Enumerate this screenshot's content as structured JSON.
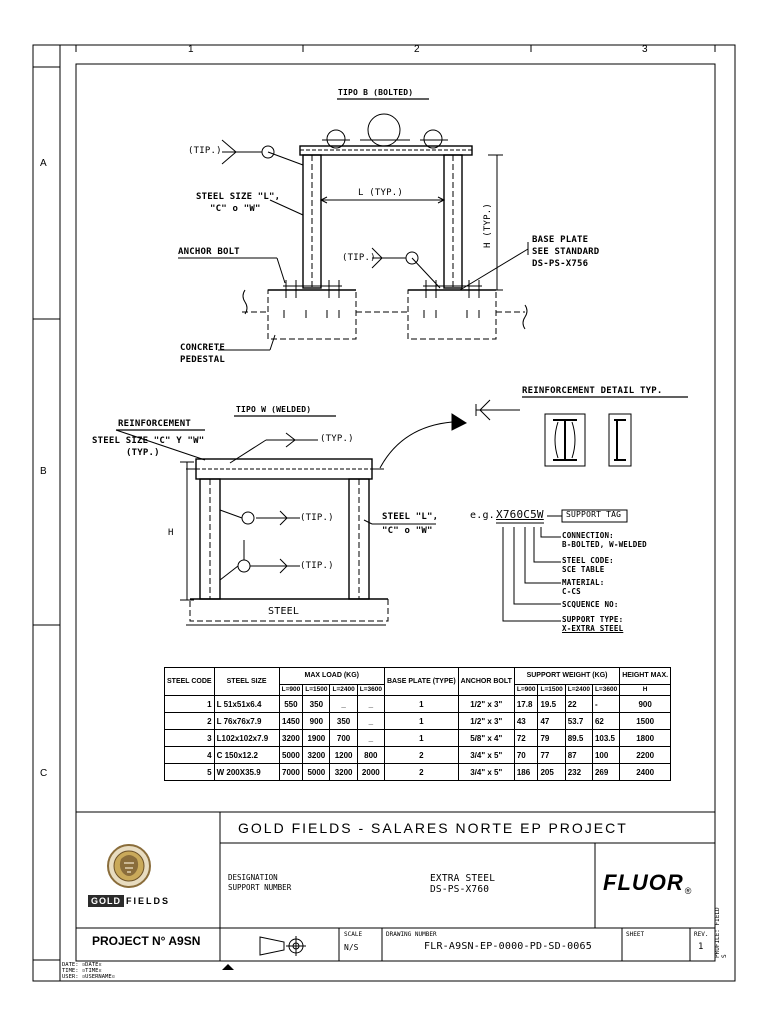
{
  "zones": {
    "cols": [
      "1",
      "2",
      "3"
    ],
    "rows": [
      "A",
      "B",
      "C"
    ]
  },
  "detail_b": {
    "title": "TIPO B (BOLTED)",
    "tip": "(TIP.)",
    "steel_size": "STEEL SIZE \"L\",",
    "steel_size_2": "\"C\" o \"W\"",
    "l_typ": "L (TYP.)",
    "h_typ": "H (TYP.)",
    "anchor_bolt": "ANCHOR BOLT",
    "tip_mid": "(TIP.)",
    "base_plate_1": "BASE PLATE",
    "base_plate_2": "SEE STANDARD",
    "base_plate_3": "DS-PS-X756",
    "concrete_1": "CONCRETE",
    "concrete_2": "PEDESTAL"
  },
  "detail_w": {
    "reinforcement": "REINFORCEMENT",
    "title": "TIPO W (WELDED)",
    "steel_size_1": "STEEL SIZE \"C\" Y \"W\"",
    "steel_size_2": "(TYP.)",
    "typ": "(TYP.)",
    "h": "H",
    "tip_1": "(TIP.)",
    "tip_2": "(TIP.)",
    "steel": "STEEL",
    "steel_l_1": "STEEL \"L\",",
    "steel_l_2": "\"C\" o \"W\""
  },
  "reinf_detail": {
    "title": "REINFORCEMENT DETAIL TYP."
  },
  "tag": {
    "example_prefix": "e.g.",
    "example_code": "X760C5W",
    "support_tag": "SUPPORT TAG",
    "connection_1": "CONNECTION:",
    "connection_2": "B-BOLTED, W-WELDED",
    "steel_code_1": "STEEL CODE:",
    "steel_code_2": "SCE TABLE",
    "material_1": "MATERIAL:",
    "material_2": "C-CS",
    "sequence": "SCQUENCE NO:",
    "support_type_1": "SUPPORT TYPE:",
    "support_type_2": "X-EXTRA STEEL"
  },
  "table": {
    "headers": {
      "code": "STEEL CODE",
      "size": "STEEL SIZE",
      "max_load": "MAX LOAD (KG)",
      "base_plate": "BASE PLATE (TYPE)",
      "anchor": "ANCHOR BOLT",
      "weight": "SUPPORT WEIGHT (KG)",
      "height": "HEIGHT MAX.",
      "sub_l": [
        "L=900",
        "L=1500",
        "L=2400",
        "L=3600"
      ],
      "sub_w": [
        "L=900",
        "L=1500",
        "L=2400",
        "L=3600"
      ],
      "sub_h": "H"
    },
    "rows": [
      {
        "code": "1",
        "size": "L 51x51x6.4",
        "load": [
          "550",
          "350",
          "_",
          "_"
        ],
        "plate": "1",
        "anchor": "1/2\" x 3\"",
        "weight": [
          "17.8",
          "19.5",
          "22",
          "-"
        ],
        "height": "900"
      },
      {
        "code": "2",
        "size": "L 76x76x7.9",
        "load": [
          "1450",
          "900",
          "350",
          "_"
        ],
        "plate": "1",
        "anchor": "1/2\" x 3\"",
        "weight": [
          "43",
          "47",
          "53.7",
          "62"
        ],
        "height": "1500"
      },
      {
        "code": "3",
        "size": "L102x102x7.9",
        "load": [
          "3200",
          "1900",
          "700",
          "_"
        ],
        "plate": "1",
        "anchor": "5/8\" x 4\"",
        "weight": [
          "72",
          "79",
          "89.5",
          "103.5"
        ],
        "height": "1800"
      },
      {
        "code": "4",
        "size": "C 150x12.2",
        "load": [
          "5000",
          "3200",
          "1200",
          "800"
        ],
        "plate": "2",
        "anchor": "3/4\" x 5\"",
        "weight": [
          "70",
          "77",
          "87",
          "100"
        ],
        "height": "2200"
      },
      {
        "code": "5",
        "size": "W 200X35.9",
        "load": [
          "7000",
          "5000",
          "3200",
          "2000"
        ],
        "plate": "2",
        "anchor": "3/4\" x 5\"",
        "weight": [
          "186",
          "205",
          "232",
          "269"
        ],
        "height": "2400"
      }
    ]
  },
  "title_block": {
    "project_title": "GOLD FIELDS - SALARES NORTE EP PROJECT",
    "logo_word_1": "GOLD",
    "logo_word_2": "FIELDS",
    "designation_label": "DESIGNATION",
    "support_number_label": "SUPPORT NUMBER",
    "designation_value": "EXTRA STEEL",
    "support_number_value": "DS-PS-X760",
    "brand": "FLUOR",
    "project_no": "PROJECT N° A9SN",
    "scale_label": "SCALE",
    "scale_value": "N/S",
    "drawing_label": "DRAWING NUMBER",
    "drawing_value": "FLR-A9SN-EP-0000-PD-SD-0065",
    "sheet_label": "SHEET",
    "rev_label": "REV.",
    "rev_value": "1",
    "side_text": "PROFILE: FIELD S",
    "date_line": "DATE: ¤DATE¤",
    "time_line": "TIME: ¤TIME¤",
    "user_line": "USER: ¤USERNAME¤"
  }
}
